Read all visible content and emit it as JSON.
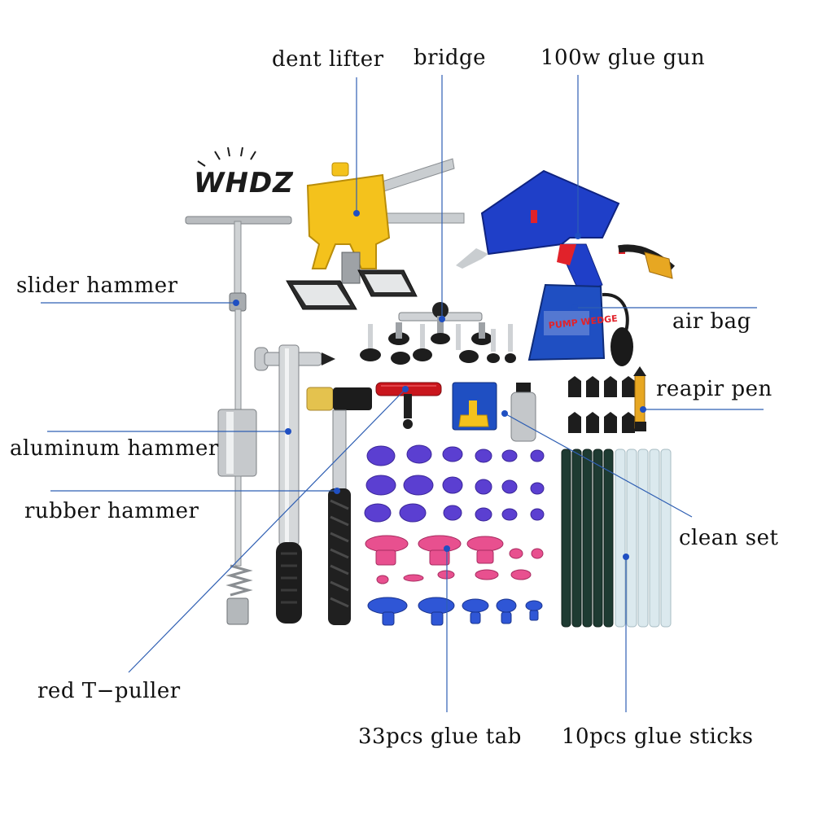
{
  "brand": "WHDZ",
  "labels": {
    "dent_lifter": "dent lifter",
    "bridge": "bridge",
    "glue_gun": "100w glue gun",
    "slider_hammer": "slider hammer",
    "air_bag": "air bag",
    "repair_pen": "reapir pen",
    "aluminum_hammer": "aluminum hammer",
    "rubber_hammer": "rubber hammer",
    "clean_set": "clean set",
    "red_t_puller": "red T−puller",
    "glue_tab": "33pcs glue tab",
    "glue_sticks": "10pcs glue sticks"
  },
  "air_bag_print": "PUMP WEDGE",
  "colors": {
    "leader_line": "#2f5fb3",
    "dot": "#1f4fc2",
    "lifter_yellow": "#f4c21c",
    "glue_gun_blue": "#1f3fc8",
    "tab_purple": "#5b3fd1",
    "tab_pink": "#e8508f",
    "tab_blue": "#2f56d6",
    "stick_dark": "#1e3b32",
    "stick_clear": "#dbe9ee",
    "t_puller_red": "#c9161d"
  }
}
